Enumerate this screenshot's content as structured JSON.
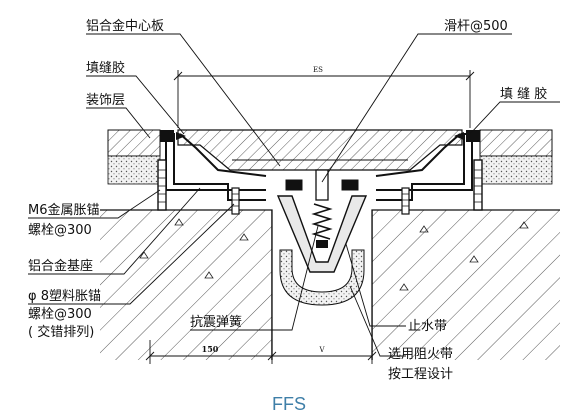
{
  "callouts": {
    "center_plate": "铝合金中心板",
    "sealant_left": "填缝胶",
    "finish_layer": "装饰层",
    "slide_bar": "滑杆@500",
    "sealant_right": "填 缝 胶",
    "m6_anchor_1": "M6金属胀锚",
    "m6_anchor_2": "螺栓@300",
    "alu_base": "铝合金基座",
    "plastic_anchor_1": "φ 8塑料胀锚",
    "plastic_anchor_2": "螺栓@300",
    "plastic_anchor_3": "( 交错排列)",
    "spring": "抗震弹簧",
    "waterstop": "止水带",
    "fire_belt_1": "选用阻火带",
    "fire_belt_2": "按工程设计"
  },
  "dimensions": {
    "top_width": "ES",
    "left_width": "150",
    "gap_width": "V"
  },
  "caption": "FFS",
  "colors": {
    "line": "#1a1a1a",
    "caption": "#3f7fa8",
    "fill_gray": "#e9e9e9"
  }
}
